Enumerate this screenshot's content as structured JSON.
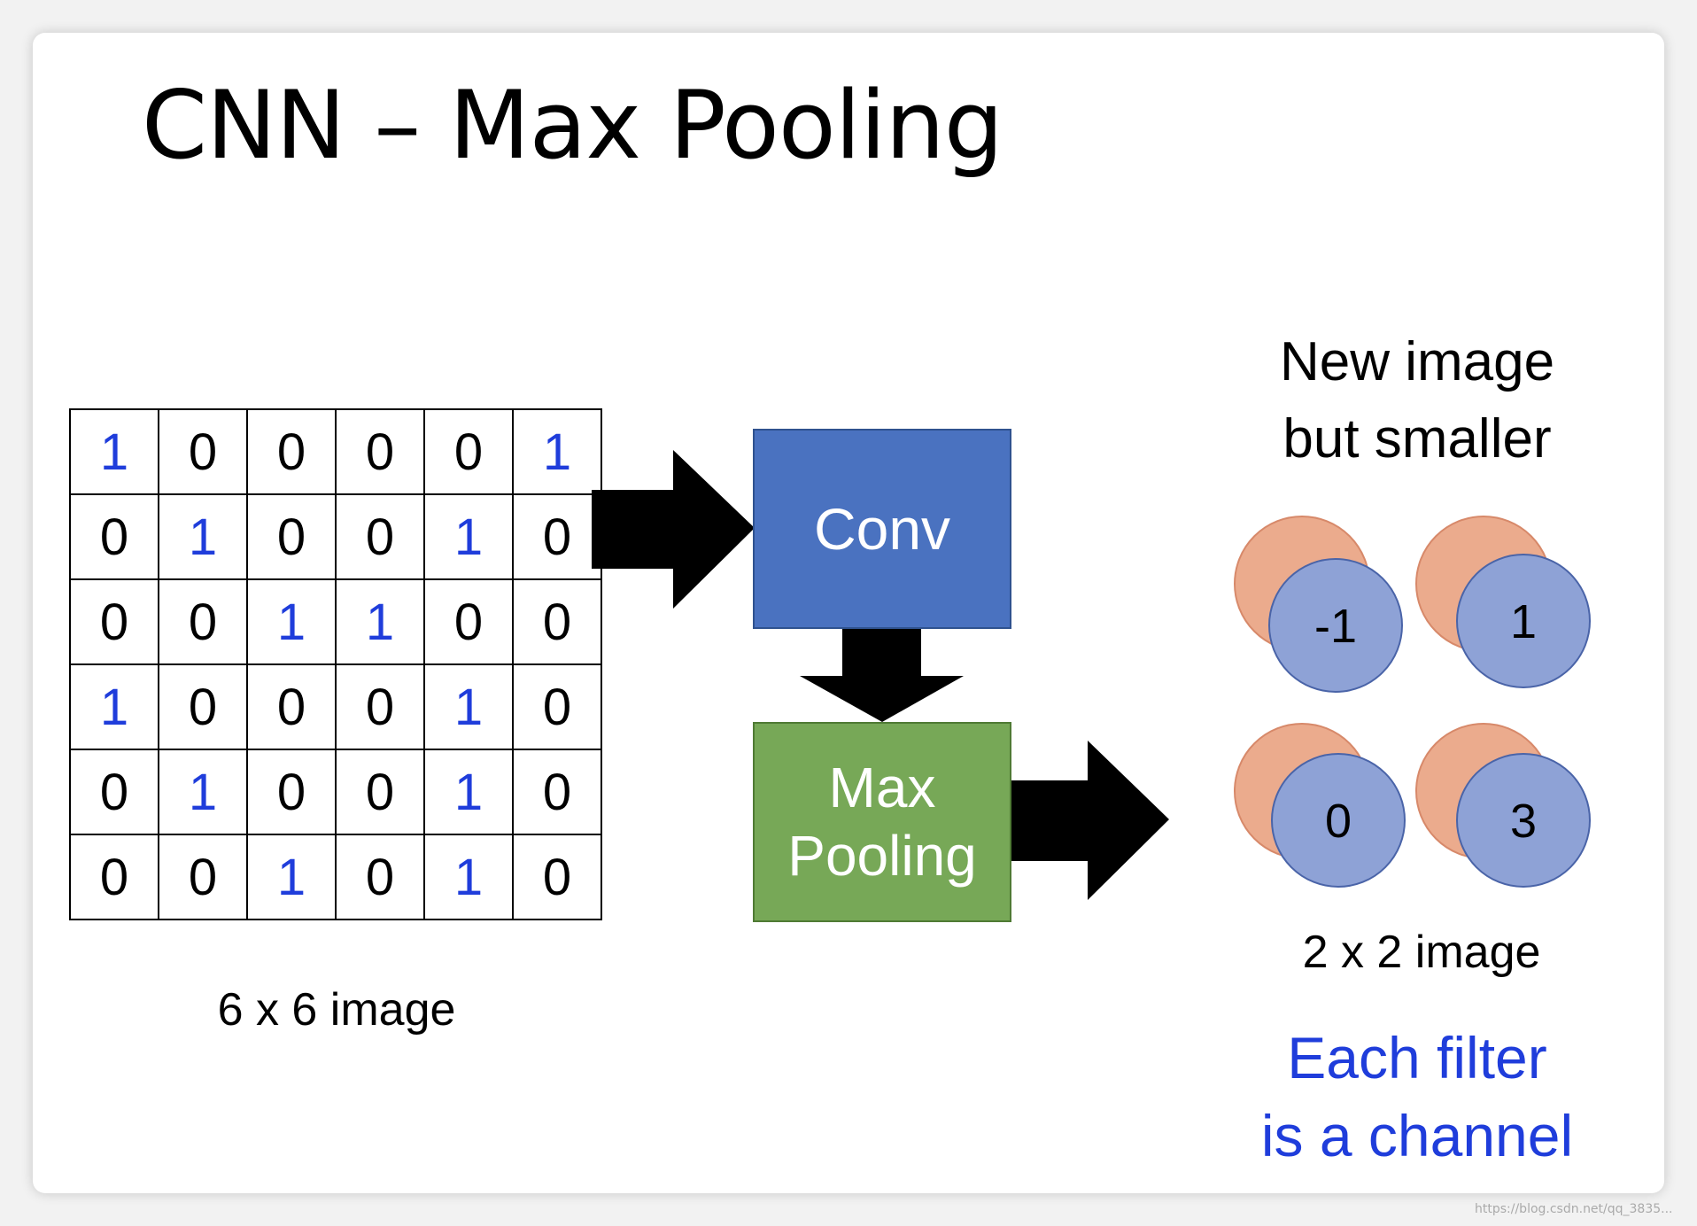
{
  "title": "CNN – Max Pooling",
  "input_grid": {
    "rows": [
      [
        "1",
        "0",
        "0",
        "0",
        "0",
        "1"
      ],
      [
        "0",
        "1",
        "0",
        "0",
        "1",
        "0"
      ],
      [
        "0",
        "0",
        "1",
        "1",
        "0",
        "0"
      ],
      [
        "1",
        "0",
        "0",
        "0",
        "1",
        "0"
      ],
      [
        "0",
        "1",
        "0",
        "0",
        "1",
        "0"
      ],
      [
        "0",
        "0",
        "1",
        "0",
        "1",
        "0"
      ]
    ],
    "caption": "6 x 6 image"
  },
  "conv_box": {
    "label": "Conv",
    "color": "#4a72c0"
  },
  "pool_box": {
    "line1": "Max",
    "line2": "Pooling",
    "color": "#77a857"
  },
  "output": {
    "heading_line1": "New image",
    "heading_line2": "but smaller",
    "values": [
      "-1",
      "1",
      "0",
      "3"
    ],
    "caption": "2 x 2 image",
    "note_line1": "Each filter",
    "note_line2": "is a channel",
    "front_color": "#8ea2d6",
    "back_color": "#ebab8d"
  },
  "colors": {
    "one_highlight": "#1f3ddb",
    "arrow": "#000000"
  },
  "watermark": "https://blog.csdn.net/qq_3835..."
}
